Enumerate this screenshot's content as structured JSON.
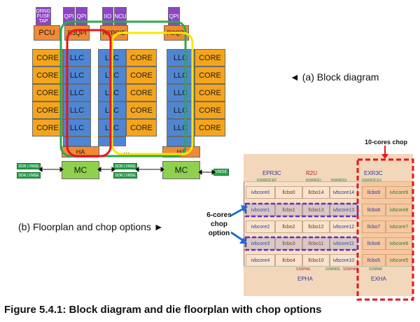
{
  "block": {
    "top_labels": [
      "DRNG FUSE TAP",
      "QPI",
      "QPI",
      "IIO",
      "NCU",
      "QPI"
    ],
    "top_labels_struct": {
      "drng": "DRNG FUSE TAP",
      "qpi1": "QPI",
      "qpi2": "QPI",
      "iio": "IIO",
      "ncu": "NCU",
      "qpi3": "QPI"
    },
    "second_row": {
      "pcu": "PCU",
      "r3qpi_a": "R3QPI",
      "r2pcie": "R2PCIE",
      "r3qpi_b": "R3QPI"
    },
    "core_label": "CORE",
    "llc_label": "LLC",
    "ha_label": "HA",
    "mc_label": "MC",
    "ddr_label": "DDR | VMSE",
    "vmse_label": "VMSE",
    "ellipsis": "..."
  },
  "captions": {
    "block_diagram": "◄ (a) Block diagram",
    "floorplan": "(b) Floorplan and chop options ►"
  },
  "floorplan": {
    "chop10": "10-cores chop",
    "chop6": "6-cores chop option",
    "top": {
      "epr3c": "EPR3C",
      "r2u": "R2U",
      "exr3c": "EXR3C",
      "nswr3cep": "NSWR3CEP",
      "nswr2u": "NSWR2U",
      "nswidol": "NSWIDOL",
      "nswr3cex": "NSWR3CEX"
    },
    "cores": {
      "r0": [
        "ivbcore0",
        "llcbo0",
        "llcbo14",
        "ivbcore14"
      ],
      "r1": [
        "ivbcore1",
        "llcbo1",
        "llcbo13",
        "ivbcore13"
      ],
      "r2": [
        "ivbcore2",
        "llcbo2",
        "llcbo12",
        "ivbcore12"
      ],
      "r3": [
        "ivbcore3",
        "llcbo3",
        "llcbo11",
        "ivbcore11"
      ],
      "r4": [
        "ivbcore4",
        "llcbo4",
        "llcbo10",
        "ivbcore10"
      ]
    },
    "right_cores": {
      "r0": [
        "llcbo9",
        "ivbcore9"
      ],
      "r1": [
        "llcbo8",
        "ivbcore8"
      ],
      "r2": [
        "llcbo7",
        "ivbcore7"
      ],
      "r3": [
        "llcbo6",
        "ivbcore6"
      ],
      "r4": [
        "llcbo5",
        "ivbcore5"
      ]
    },
    "bottom": {
      "epha": "EPHA",
      "exha": "EXHA",
      "sswhal": "SSWHAL",
      "sswmdl": "SSWMDL",
      "sswhar": "SSWHAR",
      "sswmr": "SSWMR"
    }
  },
  "figure_caption": "Figure 5.4.1: Block diagram and die floorplan with chop options",
  "colors": {
    "core": "#f5a51b",
    "llc": "#4f86d3",
    "green_ring": "#2fa84f",
    "yellow_ring": "#ffe600",
    "red_ring": "#e8141b",
    "chop_red": "#e8141b",
    "chop_purple": "#6a2fb8"
  }
}
